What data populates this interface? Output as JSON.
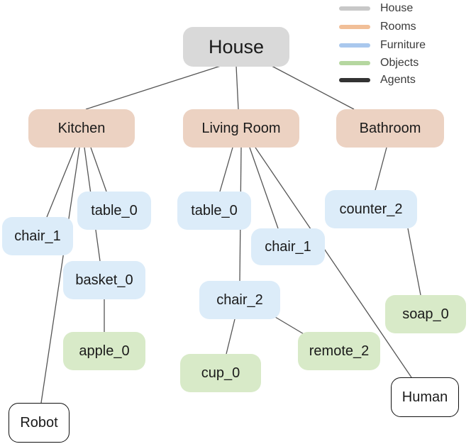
{
  "legend": [
    {
      "label": "House",
      "color": "#c8c8c8"
    },
    {
      "label": "Rooms",
      "color": "#f1bf98"
    },
    {
      "label": "Furniture",
      "color": "#a9c8ee"
    },
    {
      "label": "Objects",
      "color": "#b5d7a0"
    },
    {
      "label": "Agents",
      "color": "#333333"
    }
  ],
  "nodes": {
    "house": "House",
    "kitchen": "Kitchen",
    "living_room": "Living Room",
    "bathroom": "Bathroom",
    "k_chair_1": "chair_1",
    "k_table_0": "table_0",
    "basket_0": "basket_0",
    "apple_0": "apple_0",
    "robot": "Robot",
    "l_table_0": "table_0",
    "l_chair_1": "chair_1",
    "l_chair_2": "chair_2",
    "cup_0": "cup_0",
    "remote_2": "remote_2",
    "human": "Human",
    "counter_2": "counter_2",
    "soap_0": "soap_0"
  },
  "edges": [
    [
      "house",
      "kitchen"
    ],
    [
      "house",
      "living_room"
    ],
    [
      "house",
      "bathroom"
    ],
    [
      "kitchen",
      "k_chair_1"
    ],
    [
      "kitchen",
      "k_table_0"
    ],
    [
      "kitchen",
      "basket_0"
    ],
    [
      "kitchen",
      "robot"
    ],
    [
      "basket_0",
      "apple_0"
    ],
    [
      "living_room",
      "l_table_0"
    ],
    [
      "living_room",
      "l_chair_2"
    ],
    [
      "living_room",
      "l_chair_1"
    ],
    [
      "living_room",
      "human"
    ],
    [
      "l_chair_2",
      "cup_0"
    ],
    [
      "l_chair_2",
      "remote_2"
    ],
    [
      "bathroom",
      "counter_2"
    ],
    [
      "counter_2",
      "soap_0"
    ]
  ]
}
